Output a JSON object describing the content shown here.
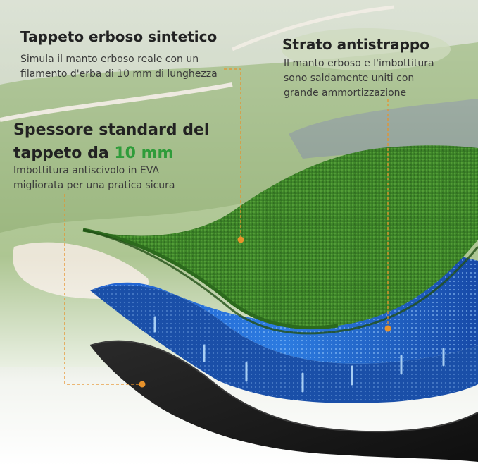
{
  "colors": {
    "accent_green": "#2f9c3a",
    "leader_orange": "#e8922b",
    "grass": "#3f8a2c",
    "eva_blue": "#2f6fd3",
    "rubber_black": "#1b1b1b"
  },
  "labels": {
    "turf": {
      "title": "Tappeto erboso sintetico",
      "line1": "Simula il manto erboso reale con un",
      "line2": "filamento d'erba di 10 mm di lunghezza"
    },
    "bond": {
      "title": "Strato antistrappo",
      "line1": "Il manto erboso e l'imbottitura",
      "line2": "sono saldamente uniti con",
      "line3": "grande ammortizzazione"
    },
    "thickness": {
      "title_line1": "Spessore standard del",
      "title_line2_prefix": "tappeto da ",
      "title_line2_highlight": "10 mm",
      "line1": "Imbottitura antiscivolo in EVA",
      "line2": "migliorata per una pratica sicura"
    }
  }
}
